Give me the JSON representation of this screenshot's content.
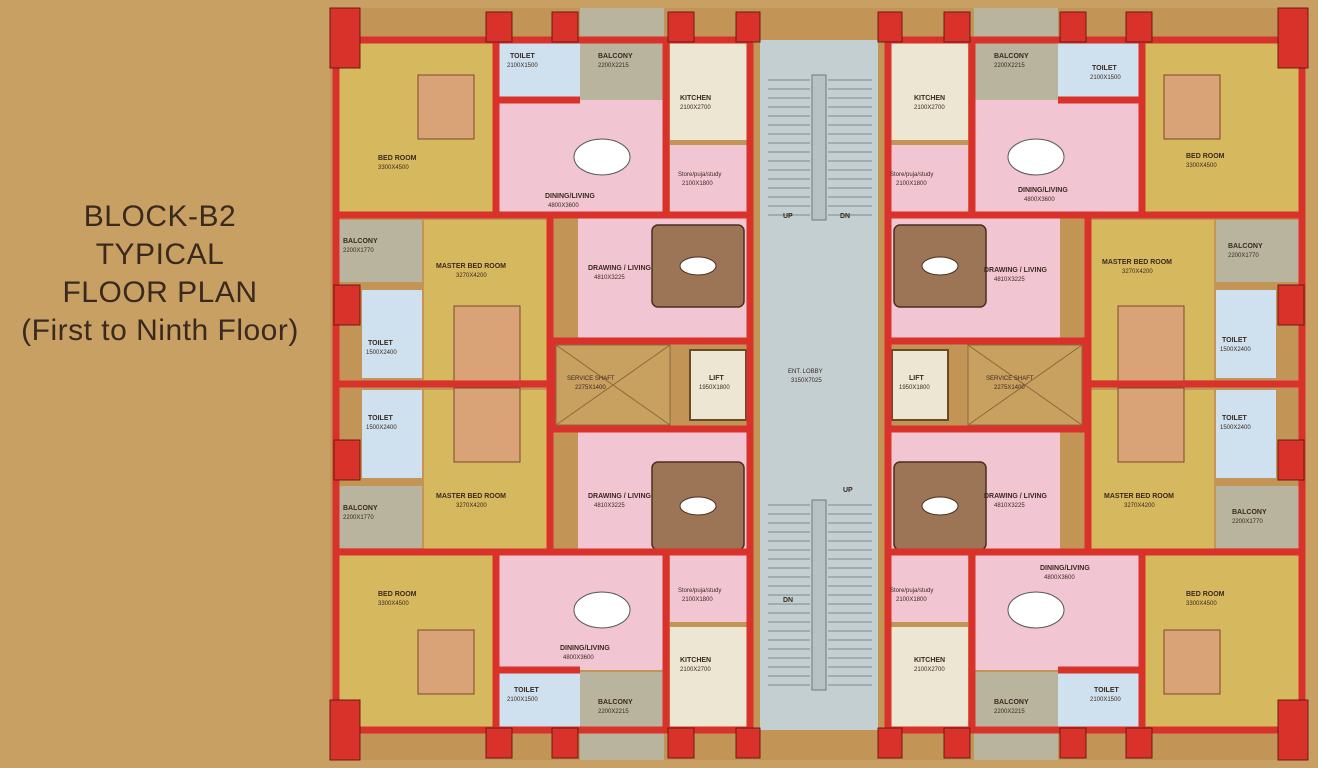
{
  "title": {
    "line1": "BLOCK-B2",
    "line2": "TYPICAL",
    "line3": "FLOOR PLAN",
    "line4": "(First to Ninth Floor)"
  },
  "colors": {
    "background": "#c9a064",
    "wall": "#d8322a",
    "living": "#f1c6d2",
    "bedroom": "#d6b95f",
    "kitchen": "#ece6d3",
    "toilet": "#cfe1ee",
    "balcony": "#b9b49d",
    "lobby": "#c4cfd2",
    "shaft": "#c8a060"
  },
  "rooms": {
    "toilet": "TOILET",
    "toilet_dim": "2100X1500",
    "balcony": "BALCONY",
    "balcony_dim": "2200X2215",
    "balcony_side": "BALCONY",
    "balcony_side_dim": "2200X1770",
    "kitchen": "KITCHEN",
    "kitchen_dim": "2100X2700",
    "bed": "BED ROOM",
    "bed_dim": "3300X4500",
    "dining": "DINING/LIVING",
    "dining_dim": "4800X3600",
    "store": "Store/puja/study",
    "store_dim": "2100X1800",
    "drawing": "DRAWING / LIVING",
    "drawing_dim": "4810X3225",
    "master": "MASTER BED ROOM",
    "master_dim": "3270X4200",
    "toilet_m": "TOILET",
    "toilet_m_dim": "1500X2400",
    "service": "SERVICE SHAFT",
    "service_dim": "2275X1400",
    "lift": "LIFT",
    "lift_dim": "1950X1800",
    "lobby": "ENT. LOBBY",
    "lobby_dim": "3150X7025",
    "up": "UP",
    "dn": "DN"
  }
}
